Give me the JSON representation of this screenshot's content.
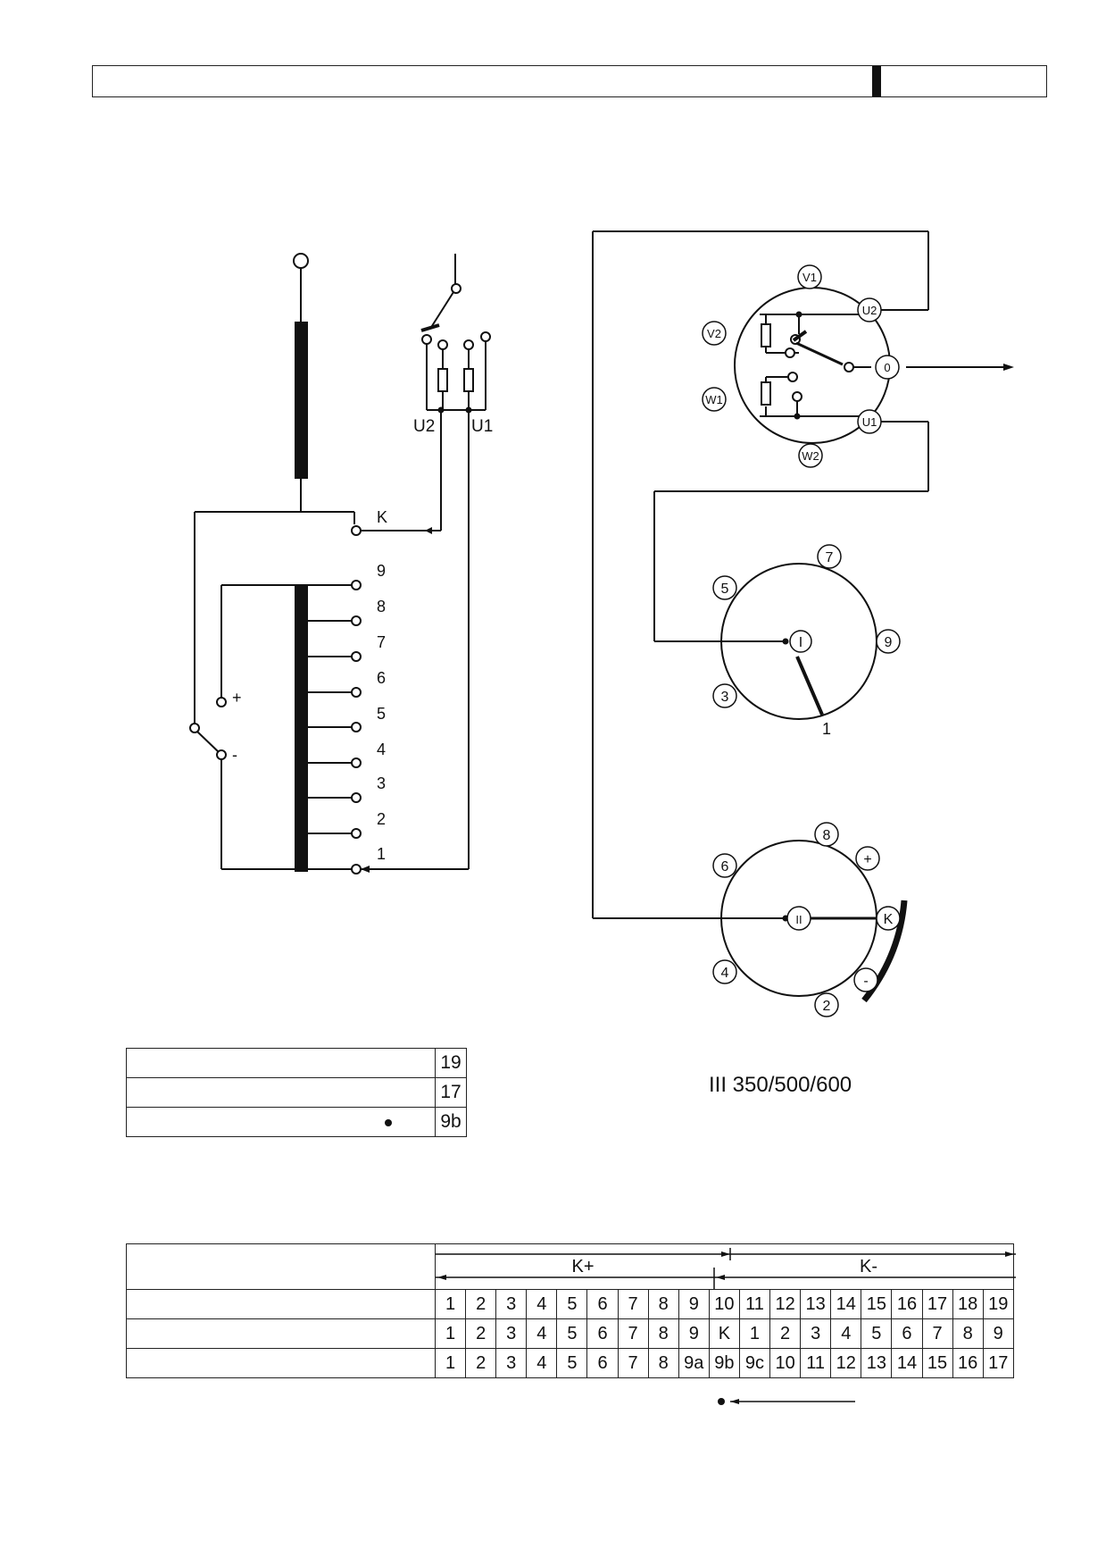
{
  "header": {},
  "left_diagram": {
    "terminal_k": "K",
    "taps": [
      "9",
      "8",
      "7",
      "6",
      "5",
      "4",
      "3",
      "2",
      "1"
    ],
    "polarity_plus": "+",
    "polarity_minus": "-",
    "label_u2": "U2",
    "label_u1": "U1"
  },
  "selector_top": {
    "terminals": [
      "V1",
      "U2",
      "V2",
      "0",
      "W1",
      "U1",
      "W2"
    ]
  },
  "selector_middle": {
    "center": "I",
    "terminals": [
      "7",
      "5",
      "9",
      "3"
    ],
    "pointer": "1"
  },
  "selector_bottom": {
    "center": "II",
    "terminals": [
      "8",
      "6",
      "+",
      "K",
      "-",
      "4",
      "2"
    ]
  },
  "ratings_table": {
    "rows": [
      {
        "value": "19",
        "marked": false
      },
      {
        "value": "17",
        "marked": false
      },
      {
        "value": "9b",
        "marked": true
      }
    ]
  },
  "model_label": "III 350/500/600",
  "positions_table": {
    "range_k_plus": "K+",
    "range_k_minus": "K-",
    "rows": [
      [
        "1",
        "2",
        "3",
        "4",
        "5",
        "6",
        "7",
        "8",
        "9",
        "10",
        "11",
        "12",
        "13",
        "14",
        "15",
        "16",
        "17",
        "18",
        "19"
      ],
      [
        "1",
        "2",
        "3",
        "4",
        "5",
        "6",
        "7",
        "8",
        "9",
        "K",
        "1",
        "2",
        "3",
        "4",
        "5",
        "6",
        "7",
        "8",
        "9"
      ],
      [
        "1",
        "2",
        "3",
        "4",
        "5",
        "6",
        "7",
        "8",
        "9a",
        "9b",
        "9c",
        "10",
        "11",
        "12",
        "13",
        "14",
        "15",
        "16",
        "17"
      ]
    ]
  }
}
